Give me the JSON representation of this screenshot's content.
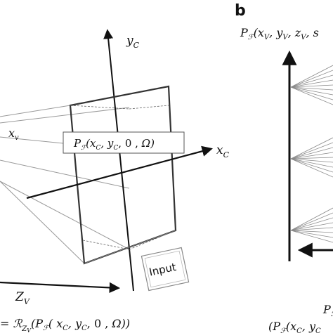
{
  "panel_b_label": "b",
  "axis_y_label": "y_C",
  "axis_x_label": "x_C",
  "axis_z_label": "Z_V",
  "x_v_label": "x_v",
  "plane_point_label": "P_F(x_C , y_C , 0 , Ω)",
  "input_label": "Input",
  "bottom_formula": "= R_{Z_V}(P_F( x_C , y_C , 0 , Ω))",
  "panel_b_top_formula": "P_F(x_V , y_V , z_V , s",
  "panel_b_bottom_label": "P_",
  "panel_b_bottom_formula": "(P_F(x_C , y_C"
}
